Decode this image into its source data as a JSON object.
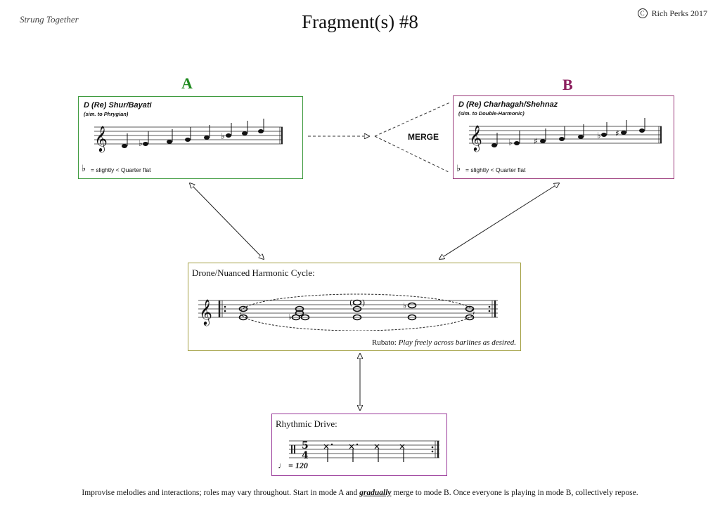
{
  "header": {
    "series_name": "Strung Together",
    "title": "Fragment(s) #8",
    "copyright": "Rich Perks 2017"
  },
  "mode_a": {
    "label": "A",
    "name": "D (Re) Shur/Bayati",
    "similar_to": "(sim. to Phrygian)",
    "legend_note": "= slightly < Quarter flat",
    "color": "#1f8a1f"
  },
  "merge": {
    "label": "MERGE"
  },
  "mode_b": {
    "label": "B",
    "name": "D (Re) Charhagah/Shehnaz",
    "similar_to": "(sim. to Double-Harmonic)",
    "legend_note": "= slightly < Quarter flat",
    "color": "#8c1f5e"
  },
  "drone": {
    "title": "Drone/Nuanced Harmonic Cycle:",
    "rubato_label": "Rubato:",
    "rubato_text": "Play freely across barlines as desired."
  },
  "rhythm": {
    "title": "Rhythmic Drive:",
    "time_signature": {
      "numerator": "5",
      "denominator": "4"
    },
    "tempo": "= 120"
  },
  "footer": {
    "before": "Improvise melodies and interactions; roles may vary throughout. Start in mode A and ",
    "emphasis": "gradually",
    "after": " merge to mode B. Once everyone is playing in mode B, collectively repose."
  }
}
